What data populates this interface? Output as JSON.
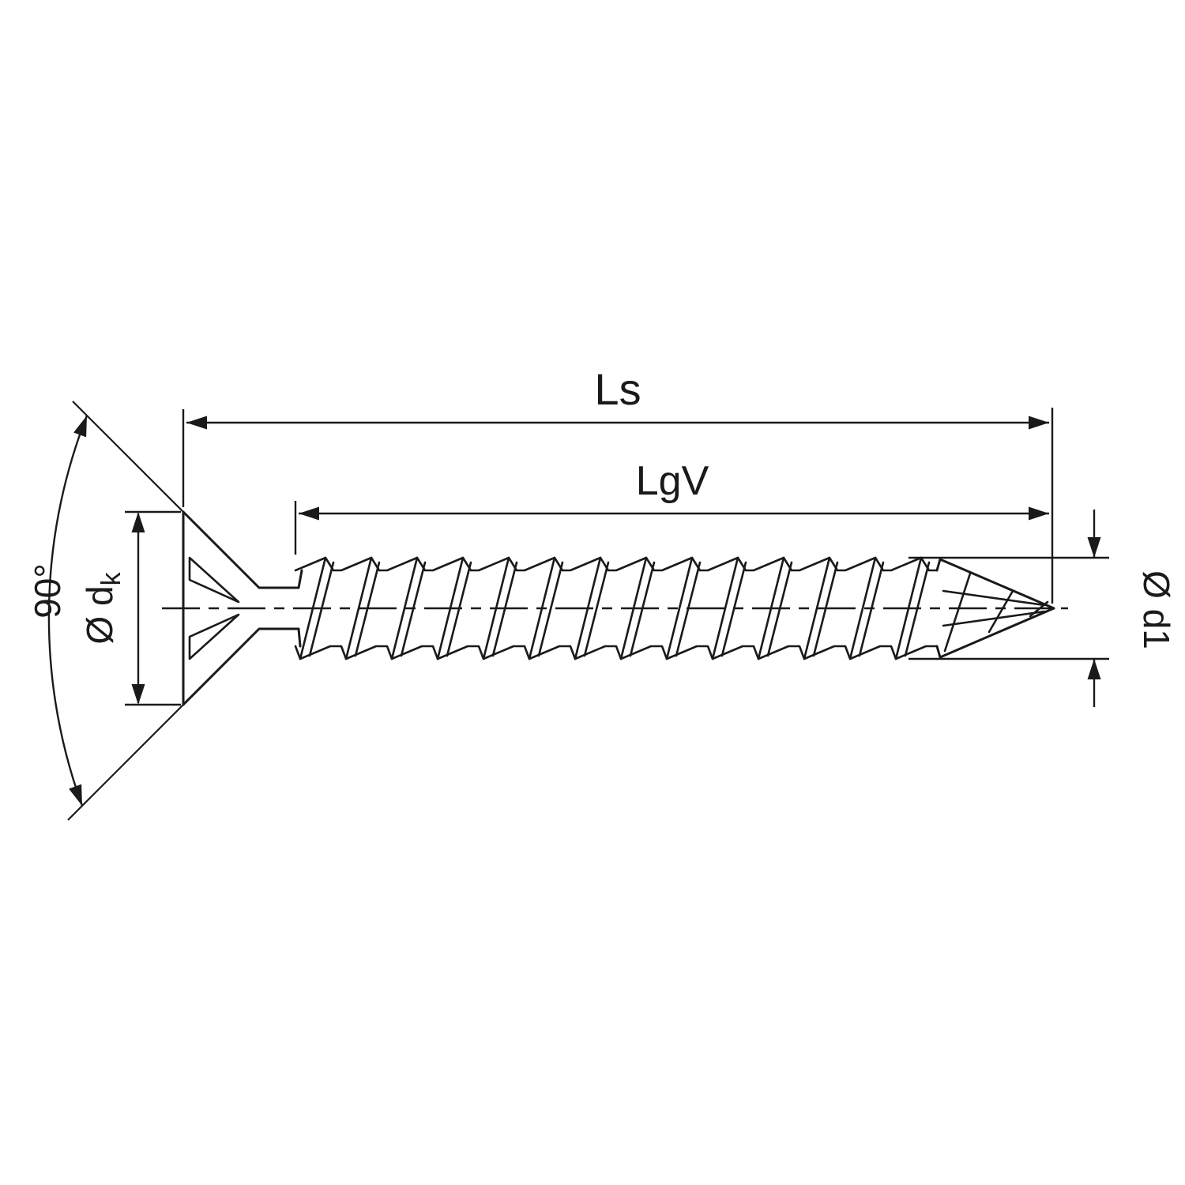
{
  "diagram": {
    "type": "technical-drawing",
    "subject": "countersunk screw side view with dimension annotations",
    "colors": {
      "line": "#1a1a1a",
      "background": "#ffffff"
    },
    "labels": {
      "total_length": "Ls",
      "thread_length": "LgV",
      "head_angle": "90°",
      "head_diameter_main": "Ø d",
      "head_diameter_sub": "k",
      "thread_diameter": "Ø d1"
    }
  }
}
